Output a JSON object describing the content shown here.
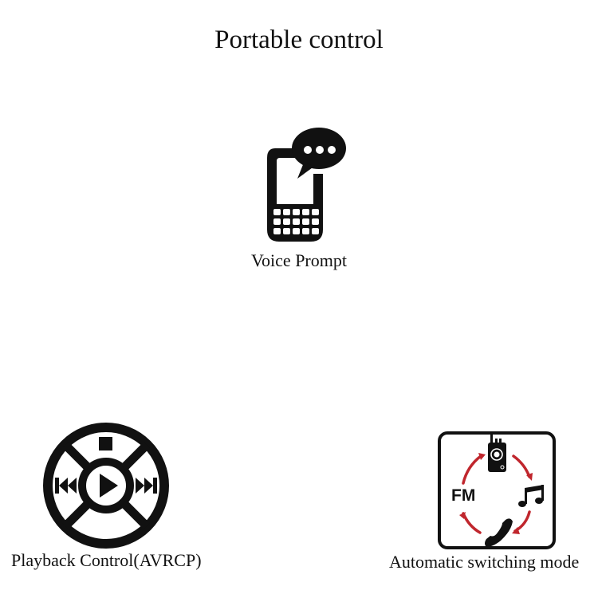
{
  "title": "Portable control",
  "features": {
    "voice_prompt": {
      "label": "Voice Prompt",
      "icon": "phone-speech-bubble-icon"
    },
    "playback": {
      "label": "Playback Control(AVRCP)",
      "icon": "media-control-wheel-icon"
    },
    "switching": {
      "label": "Automatic switching mode",
      "icon": "mode-cycle-icon",
      "fm_text": "FM",
      "arrow_color": "#c0262d"
    }
  }
}
